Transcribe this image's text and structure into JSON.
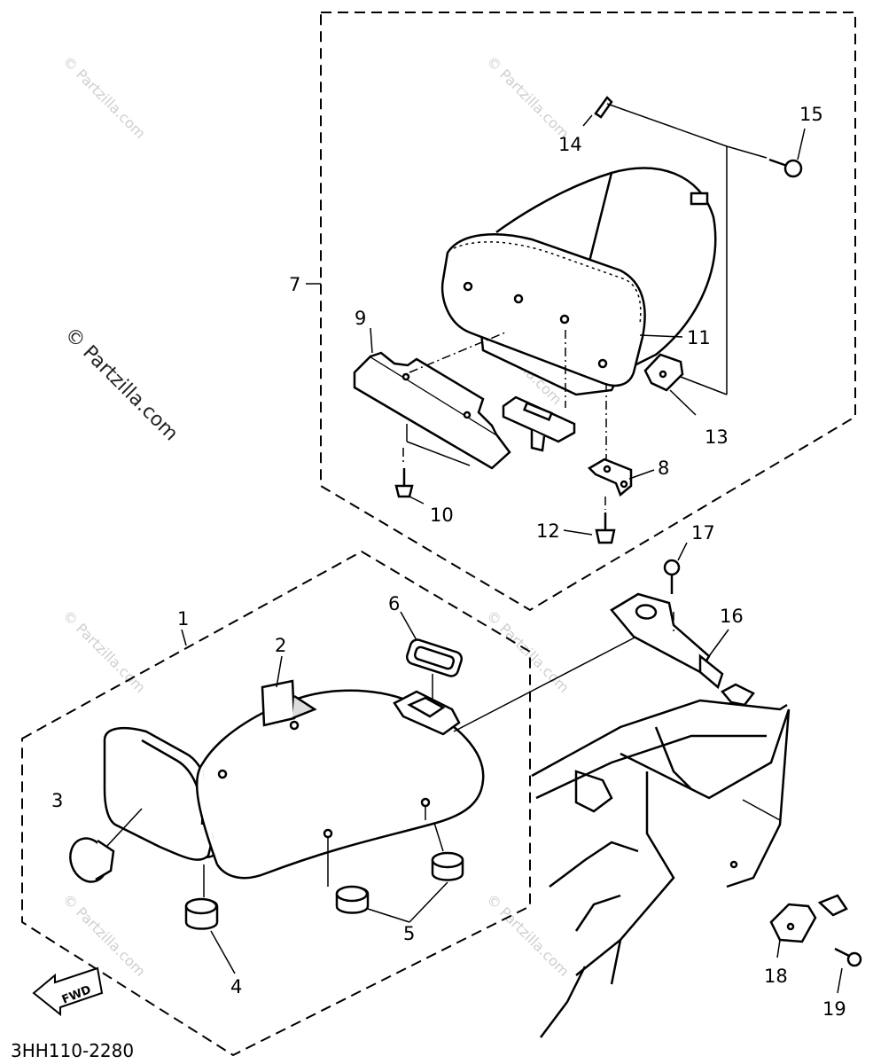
{
  "diagram": {
    "drawing_code": "3HH110-2280",
    "forward_label": "FWD",
    "watermark_main": "© Partzilla.com",
    "watermark_small": "© Partzilla.com",
    "callouts": {
      "p1": "1",
      "p2": "2",
      "p3": "3",
      "p4": "4",
      "p5": "5",
      "p6": "6",
      "p7": "7",
      "p8": "8",
      "p9": "9",
      "p10": "10",
      "p11": "11",
      "p12": "12",
      "p13": "13",
      "p14": "14",
      "p15": "15",
      "p16": "16",
      "p17": "17",
      "p18": "18",
      "p19": "19"
    }
  }
}
